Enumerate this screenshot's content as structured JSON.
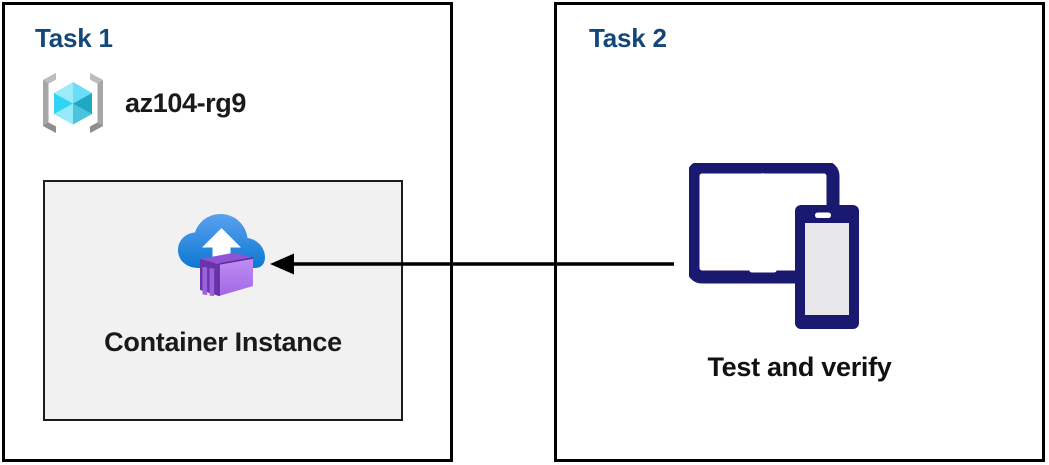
{
  "diagram": {
    "title": "Azure Container Instance task diagram",
    "colors": {
      "task_heading": "#13477a",
      "panel_border": "#000000",
      "card_background": "#f1f1f1",
      "card_border": "#1c1c1c",
      "device_navy": "#191970",
      "arrow": "#000000",
      "rg_bracket_gray": "#a6a6a6",
      "cube_cyan_light": "#9cebfb",
      "cube_cyan_mid": "#32d4f5",
      "cube_cyan_dark": "#1fa7c4",
      "cloud_blue_top": "#4a94ee",
      "cloud_blue_bottom": "#0f7bd4",
      "container_purple_light": "#b77bee",
      "container_purple_dark": "#5c2e91"
    },
    "panels": [
      {
        "id": "task1",
        "title": "Task 1",
        "resource_group": {
          "icon": "azure-resource-group-icon",
          "label": "az104-rg9"
        },
        "resource_card": {
          "icon": "azure-container-instance-icon",
          "label": "Container Instance"
        }
      },
      {
        "id": "task2",
        "title": "Task 2",
        "step": {
          "icon": "devices-tablet-phone-icon",
          "label": "Test and verify"
        }
      }
    ],
    "connector": {
      "name": "flow-arrow",
      "direction": "right-to-left",
      "from": "Test and verify",
      "to": "Container Instance"
    }
  }
}
